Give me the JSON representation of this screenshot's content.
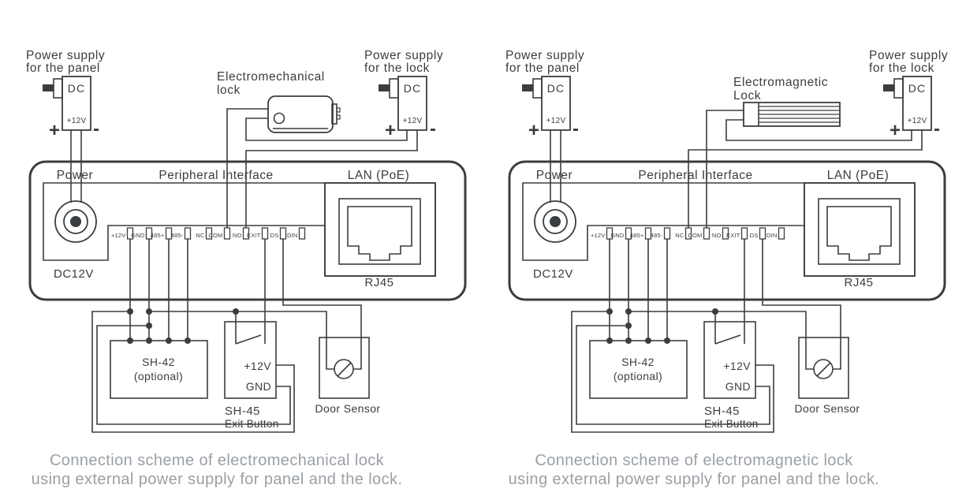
{
  "colors": {
    "line": "#3a3d40",
    "caption_text": "#9aa0a6",
    "background": "#ffffff"
  },
  "psu": {
    "dc": "DC",
    "voltage": "+12V",
    "plus": "+",
    "minus": "-"
  },
  "left": {
    "psu_panel_label": [
      "Power supply",
      "for the panel"
    ],
    "lock_label": [
      "Electromechanical",
      "lock"
    ],
    "psu_lock_label": [
      "Power supply",
      "for the lock"
    ],
    "panel": {
      "power": "Power",
      "peripheral": "Peripheral Interface",
      "lan": "LAN (PoE)",
      "dc12v": "DC12V",
      "rj45": "RJ45",
      "terminals": [
        "+12V",
        "GND",
        "485+",
        "485-",
        "NC",
        "COM",
        "NO",
        "EXIT",
        "DS",
        "DIN"
      ]
    },
    "sh42": [
      "SH-42",
      "(optional)"
    ],
    "exit_button": {
      "plus": "+12V",
      "gnd": "GND",
      "name": "SH-45",
      "label": "Exit Button"
    },
    "door_sensor": "Door Sensor",
    "caption": [
      "Connection scheme of electromechanical lock",
      "using external power supply for panel and the lock."
    ]
  },
  "right": {
    "psu_panel_label": [
      "Power supply",
      "for the panel"
    ],
    "lock_label": [
      "Electromagnetic",
      "Lock"
    ],
    "psu_lock_label": [
      "Power supply",
      "for the lock"
    ],
    "panel": {
      "power": "Power",
      "peripheral": "Peripheral Interface",
      "lan": "LAN (PoE)",
      "dc12v": "DC12V",
      "rj45": "RJ45",
      "terminals": [
        "+12V",
        "GND",
        "485+",
        "485-",
        "NC",
        "COM",
        "NO",
        "EXIT",
        "DS",
        "DIN"
      ]
    },
    "sh42": [
      "SH-42",
      "(optional)"
    ],
    "exit_button": {
      "plus": "+12V",
      "gnd": "GND",
      "name": "SH-45",
      "label": "Exit Button"
    },
    "door_sensor": "Door Sensor",
    "caption": [
      "Connection scheme of electromagnetic lock",
      "using external power supply for panel and the lock."
    ]
  }
}
